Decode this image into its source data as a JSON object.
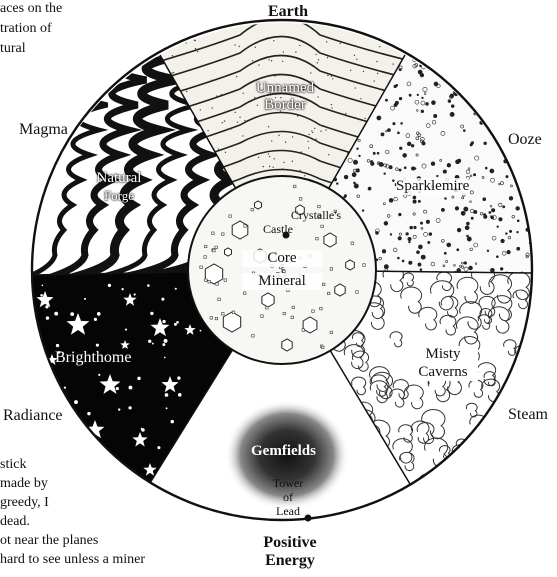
{
  "outer_labels": {
    "earth": "Earth",
    "magma": "Magma",
    "ooze": "Ooze",
    "radiance": "Radiance",
    "steam": "Steam",
    "positive_line1": "Positive",
    "positive_line2": "Energy"
  },
  "regions": {
    "unnamed_border_1": "Unnamed",
    "unnamed_border_2": "Border",
    "natural_forge_1": "Natural",
    "natural_forge_2": "Forge",
    "sparklemire": "Sparklemire",
    "brighthome": "Brighthome",
    "misty_caverns_1": "Misty",
    "misty_caverns_2": "Caverns",
    "gemfields": "Gemfields",
    "core_mineral_1": "Core",
    "core_mineral_2": "Mineral"
  },
  "landmarks": {
    "crystalle_1": "Crystalle's",
    "crystalle_2": "Castle",
    "tower_1": "Tower",
    "tower_2": "of",
    "tower_3": "Lead"
  },
  "side_text": {
    "top_left": [
      "aces on the",
      "tration of",
      "tural"
    ],
    "bottom_left": [
      "stick",
      "made by",
      "greedy, I",
      "dead.",
      "ot near the planes",
      "hard to see unless a miner"
    ]
  }
}
